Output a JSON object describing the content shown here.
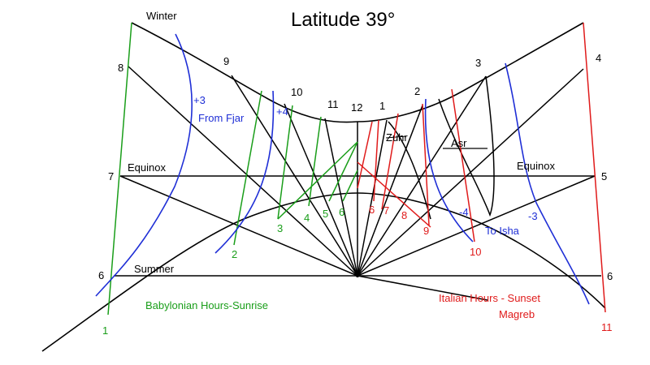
{
  "title": "Latitude 39°",
  "colors": {
    "black": "#000000",
    "green": "#1a9e1a",
    "red": "#e01b1b",
    "blue": "#1f2fd6"
  },
  "curves": {
    "winter": "Winter",
    "equinox_left": "Equinox",
    "equinox_right": "Equinox",
    "summer": "Summer"
  },
  "hour_labels": {
    "h8": "8",
    "h9": "9",
    "h10": "10",
    "h11": "11",
    "h12": "12",
    "h1": "1",
    "h2": "2",
    "h3": "3",
    "h4": "4",
    "h7": "7",
    "h5": "5",
    "h6_left": "6",
    "h6_right": "6"
  },
  "babylonian_hours": [
    "1",
    "2",
    "3",
    "4",
    "5",
    "6"
  ],
  "italian_hours": [
    "6",
    "7",
    "8",
    "9",
    "10",
    "11"
  ],
  "prayer_labels": {
    "fajr_plus3": "+3",
    "fajr_plus4": "+4",
    "from_fajr": "From Fjar",
    "zuhr": "Zuhr",
    "asr": "Asr",
    "isha_minus4": "-4",
    "isha_minus3": "-3",
    "to_isha": "To Isha"
  },
  "captions": {
    "babylonian": "Babylonian Hours-Sunrise",
    "italian": "Italian Hours - Sunset",
    "magreb": "Magreb"
  }
}
